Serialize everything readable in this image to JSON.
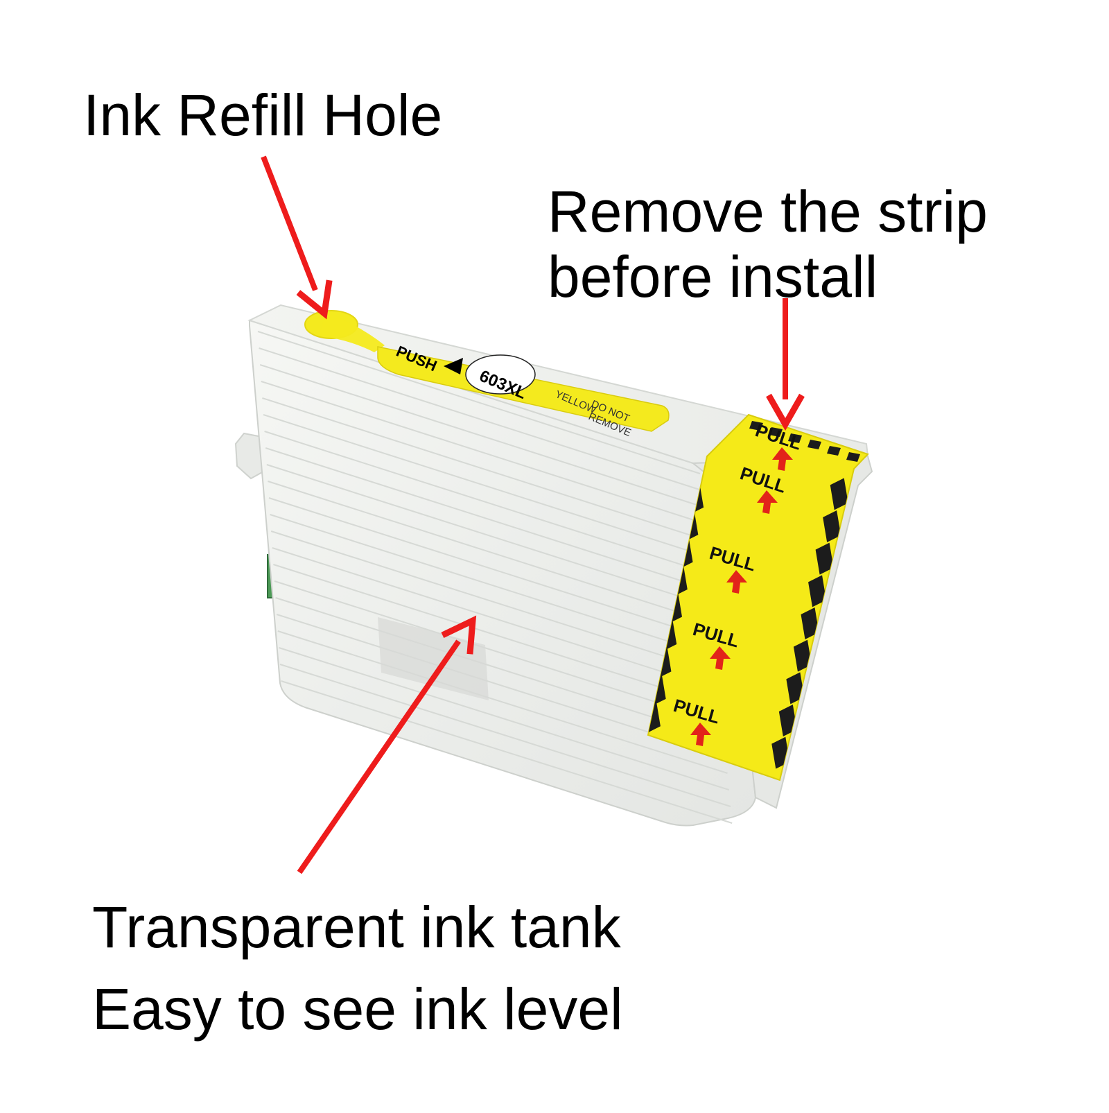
{
  "callouts": {
    "refill_hole": "Ink Refill Hole",
    "remove_strip": {
      "line1": "Remove the strip",
      "line2": "before install"
    },
    "tank": {
      "line1": "Transparent ink tank",
      "line2": "Easy to see ink level"
    }
  },
  "cartridge": {
    "push_label": "PUSH",
    "model_label": "603XL",
    "color_label": "YELLOW",
    "warning_label_line1": "DO NOT",
    "warning_label_line2": "REMOVE",
    "pull_label": "PULL"
  },
  "colors": {
    "arrow": "#ee1c1c",
    "label_yellow": "#f4ea1e",
    "strip_yellow": "#f5ea18",
    "shell": "#f1f2ef",
    "text": "#000000"
  }
}
